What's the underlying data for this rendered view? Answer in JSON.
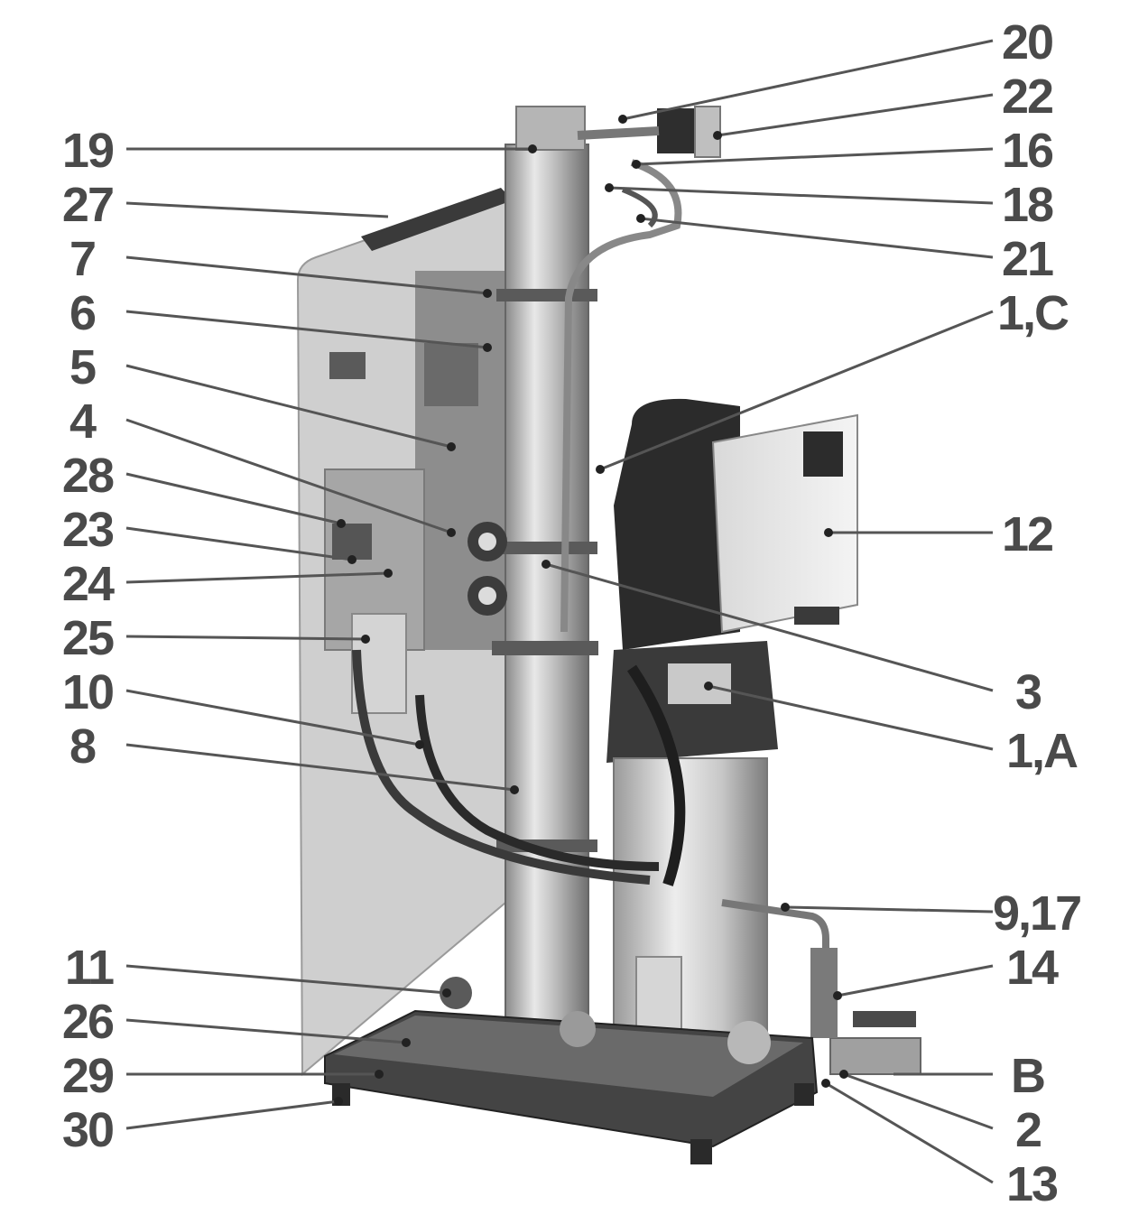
{
  "diagram": {
    "labels_left": [
      "19",
      "27",
      "7",
      "6",
      "5",
      "4",
      "28",
      "23",
      "24",
      "25",
      "10",
      "8",
      "11",
      "26",
      "29",
      "30"
    ],
    "labels_right": [
      "20",
      "22",
      "16",
      "18",
      "21",
      "1,C",
      "12",
      "3",
      "1,A",
      "9,17",
      "14",
      "B",
      "2",
      "13"
    ]
  }
}
